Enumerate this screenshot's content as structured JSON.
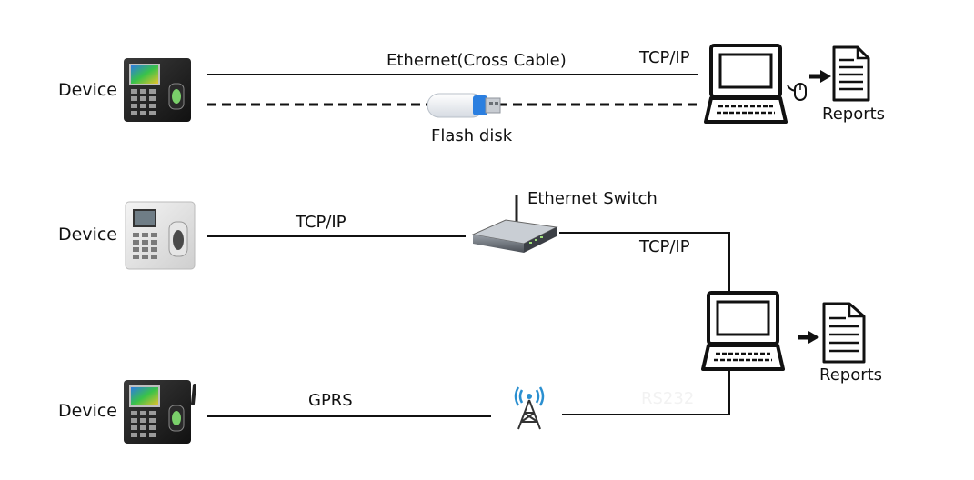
{
  "rows": [
    {
      "device_label": "Device",
      "link_top_label": "Ethernet(Cross Cable)",
      "link_top_right_label": "TCP/IP",
      "link_bottom_label": "Flash disk",
      "reports_label": "Reports"
    },
    {
      "device_label": "Device",
      "link_label": "TCP/IP",
      "switch_label": "Ethernet Switch",
      "switch_to_pc_label": "TCP/IP"
    },
    {
      "device_label": "Device",
      "link_label": "GPRS",
      "tower_to_pc_label": "RS232"
    }
  ],
  "shared": {
    "reports_label": "Reports"
  },
  "icons": {
    "device": "fingerprint-terminal-icon",
    "pc": "computer-icon",
    "report": "report-document-icon",
    "flash": "usb-flash-disk-icon",
    "switch": "ethernet-switch-icon",
    "tower": "cell-tower-icon",
    "mouse": "mouse-icon",
    "arrow": "arrow-right-icon"
  }
}
